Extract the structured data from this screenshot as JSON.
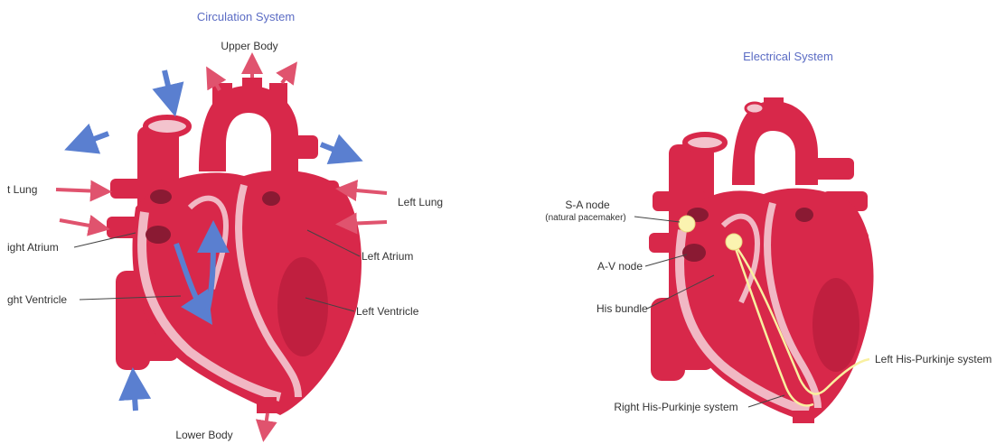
{
  "circulation": {
    "title": "Circulation System",
    "labels": {
      "upper_body": "Upper Body",
      "lower_body": "Lower Body",
      "right_lung": "t Lung",
      "left_lung": "Left Lung",
      "right_atrium": "ight Atrium",
      "left_atrium": "Left Atrium",
      "right_ventricle": "ght Ventricle",
      "left_ventricle": "Left Ventricle"
    }
  },
  "electrical": {
    "title": "Electrical System",
    "labels": {
      "sa_node": "S-A node",
      "sa_node_sub": "(natural pacemaker)",
      "av_node": "A-V node",
      "his_bundle": "His bundle",
      "left_purkinje": "Left His-Purkinje system",
      "right_purkinje": "Right His-Purkinje system"
    }
  },
  "colors": {
    "heart_red": "#d8284a",
    "heart_dark": "#b51c3c",
    "chamber": "#c81f40",
    "wall_pale": "#f1b8c4",
    "arrow_blue": "#5a7fd0",
    "arrow_red": "#e0536e",
    "node_yellow": "#fbf3b0",
    "title_blue": "#5b6cc4"
  }
}
